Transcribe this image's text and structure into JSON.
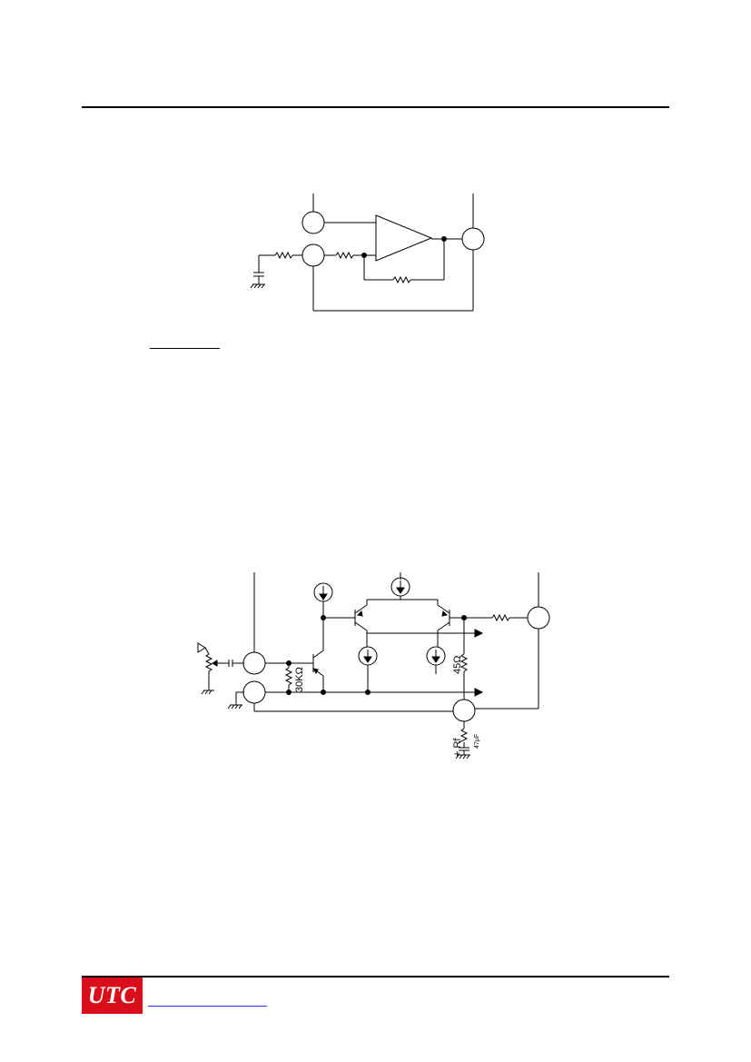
{
  "header": {
    "rule_color": "#000000"
  },
  "diagram_1": {
    "name": "amplifier-block-diagram"
  },
  "diagram_2": {
    "name": "equivalent-circuit",
    "labels": {
      "r_30k": "30KΩ",
      "r_45": "45Ω",
      "rf": "+ Rf",
      "cap": "47μF"
    }
  },
  "footer": {
    "logo_text": "UTC",
    "logo_color": "#d80f1b",
    "link_color": "#2a2aff"
  }
}
